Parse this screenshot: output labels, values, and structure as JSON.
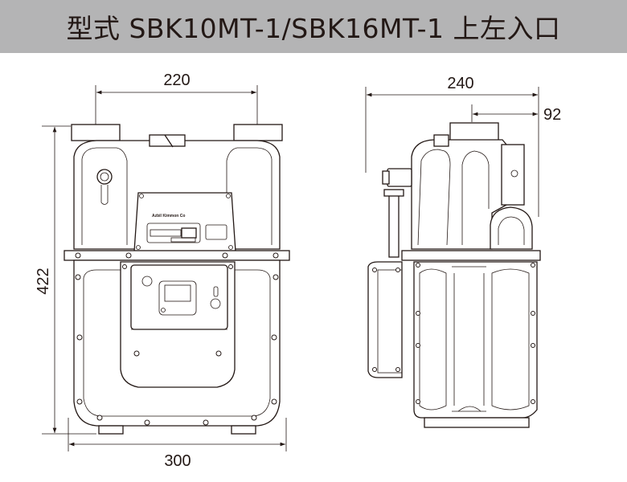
{
  "title": "型式 SBK10MT-1/SBK16MT-1 上左入口",
  "front_view": {
    "dim_width_top": "220",
    "dim_height": "422",
    "dim_width_bottom": "300",
    "nameplate_text": "Azbil Kimmon Co"
  },
  "side_view": {
    "dim_depth": "240",
    "dim_offset": "92"
  }
}
